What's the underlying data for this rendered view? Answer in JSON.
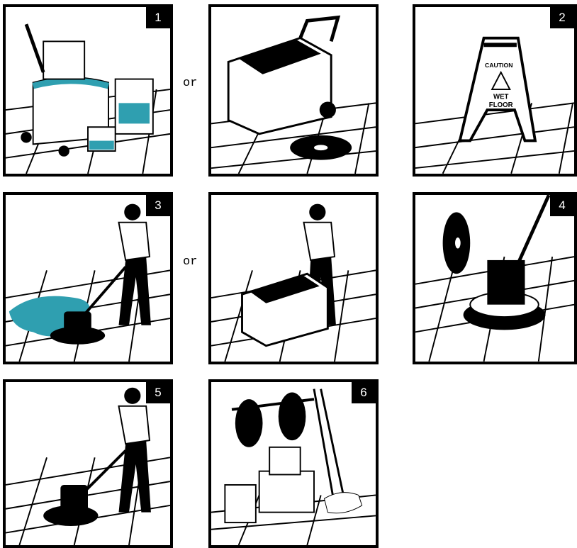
{
  "steps": {
    "s1": "1",
    "s2": "2",
    "s3": "3",
    "s4": "4",
    "s5": "5",
    "s6": "6"
  },
  "connectors": {
    "or_top": "or",
    "or_middle": "or"
  },
  "caution_sign": {
    "line1": "CAUTION",
    "line2": "WET",
    "line3": "FLOOR"
  },
  "colors": {
    "accent": "#2f9fb0",
    "ink": "#000000"
  }
}
